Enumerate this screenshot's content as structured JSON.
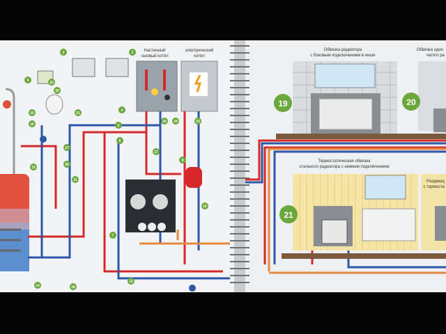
{
  "left_page": {
    "labels": {
      "gas_boiler": [
        "Настенный",
        "газовый котёл"
      ],
      "electric_boiler": [
        "электрический",
        "котёл"
      ]
    },
    "markers": [
      "2",
      "3",
      "4",
      "5",
      "6",
      "7",
      "8",
      "9",
      "10",
      "11",
      "12",
      "13",
      "14",
      "15",
      "16",
      "17",
      "18",
      "20",
      "21",
      "22",
      "23",
      "24",
      "25",
      "26",
      "27"
    ]
  },
  "right_page": {
    "panel_19": {
      "number": "19",
      "caption": [
        "Обвязка радиатора",
        "с боковым подключением в нише"
      ]
    },
    "panel_20": {
      "number": "20",
      "caption": [
        "Обвязка одно",
        "чатого ра"
      ]
    },
    "panel_21": {
      "number": "21",
      "caption": [
        "Термостатическая обвязка",
        "стального радиатора с нижним подключением"
      ]
    },
    "panel_right": {
      "caption": [
        "Раздающ",
        "с термоста"
      ]
    }
  },
  "colors": {
    "hot_pipe": "#d6282b",
    "cold_pipe": "#2c57a8",
    "mixed_pipe": "#e58a3c",
    "marker_green": "#6aa83c",
    "marker_blue": "#2c57a8",
    "wall_yellow": "#f4e5a6"
  }
}
